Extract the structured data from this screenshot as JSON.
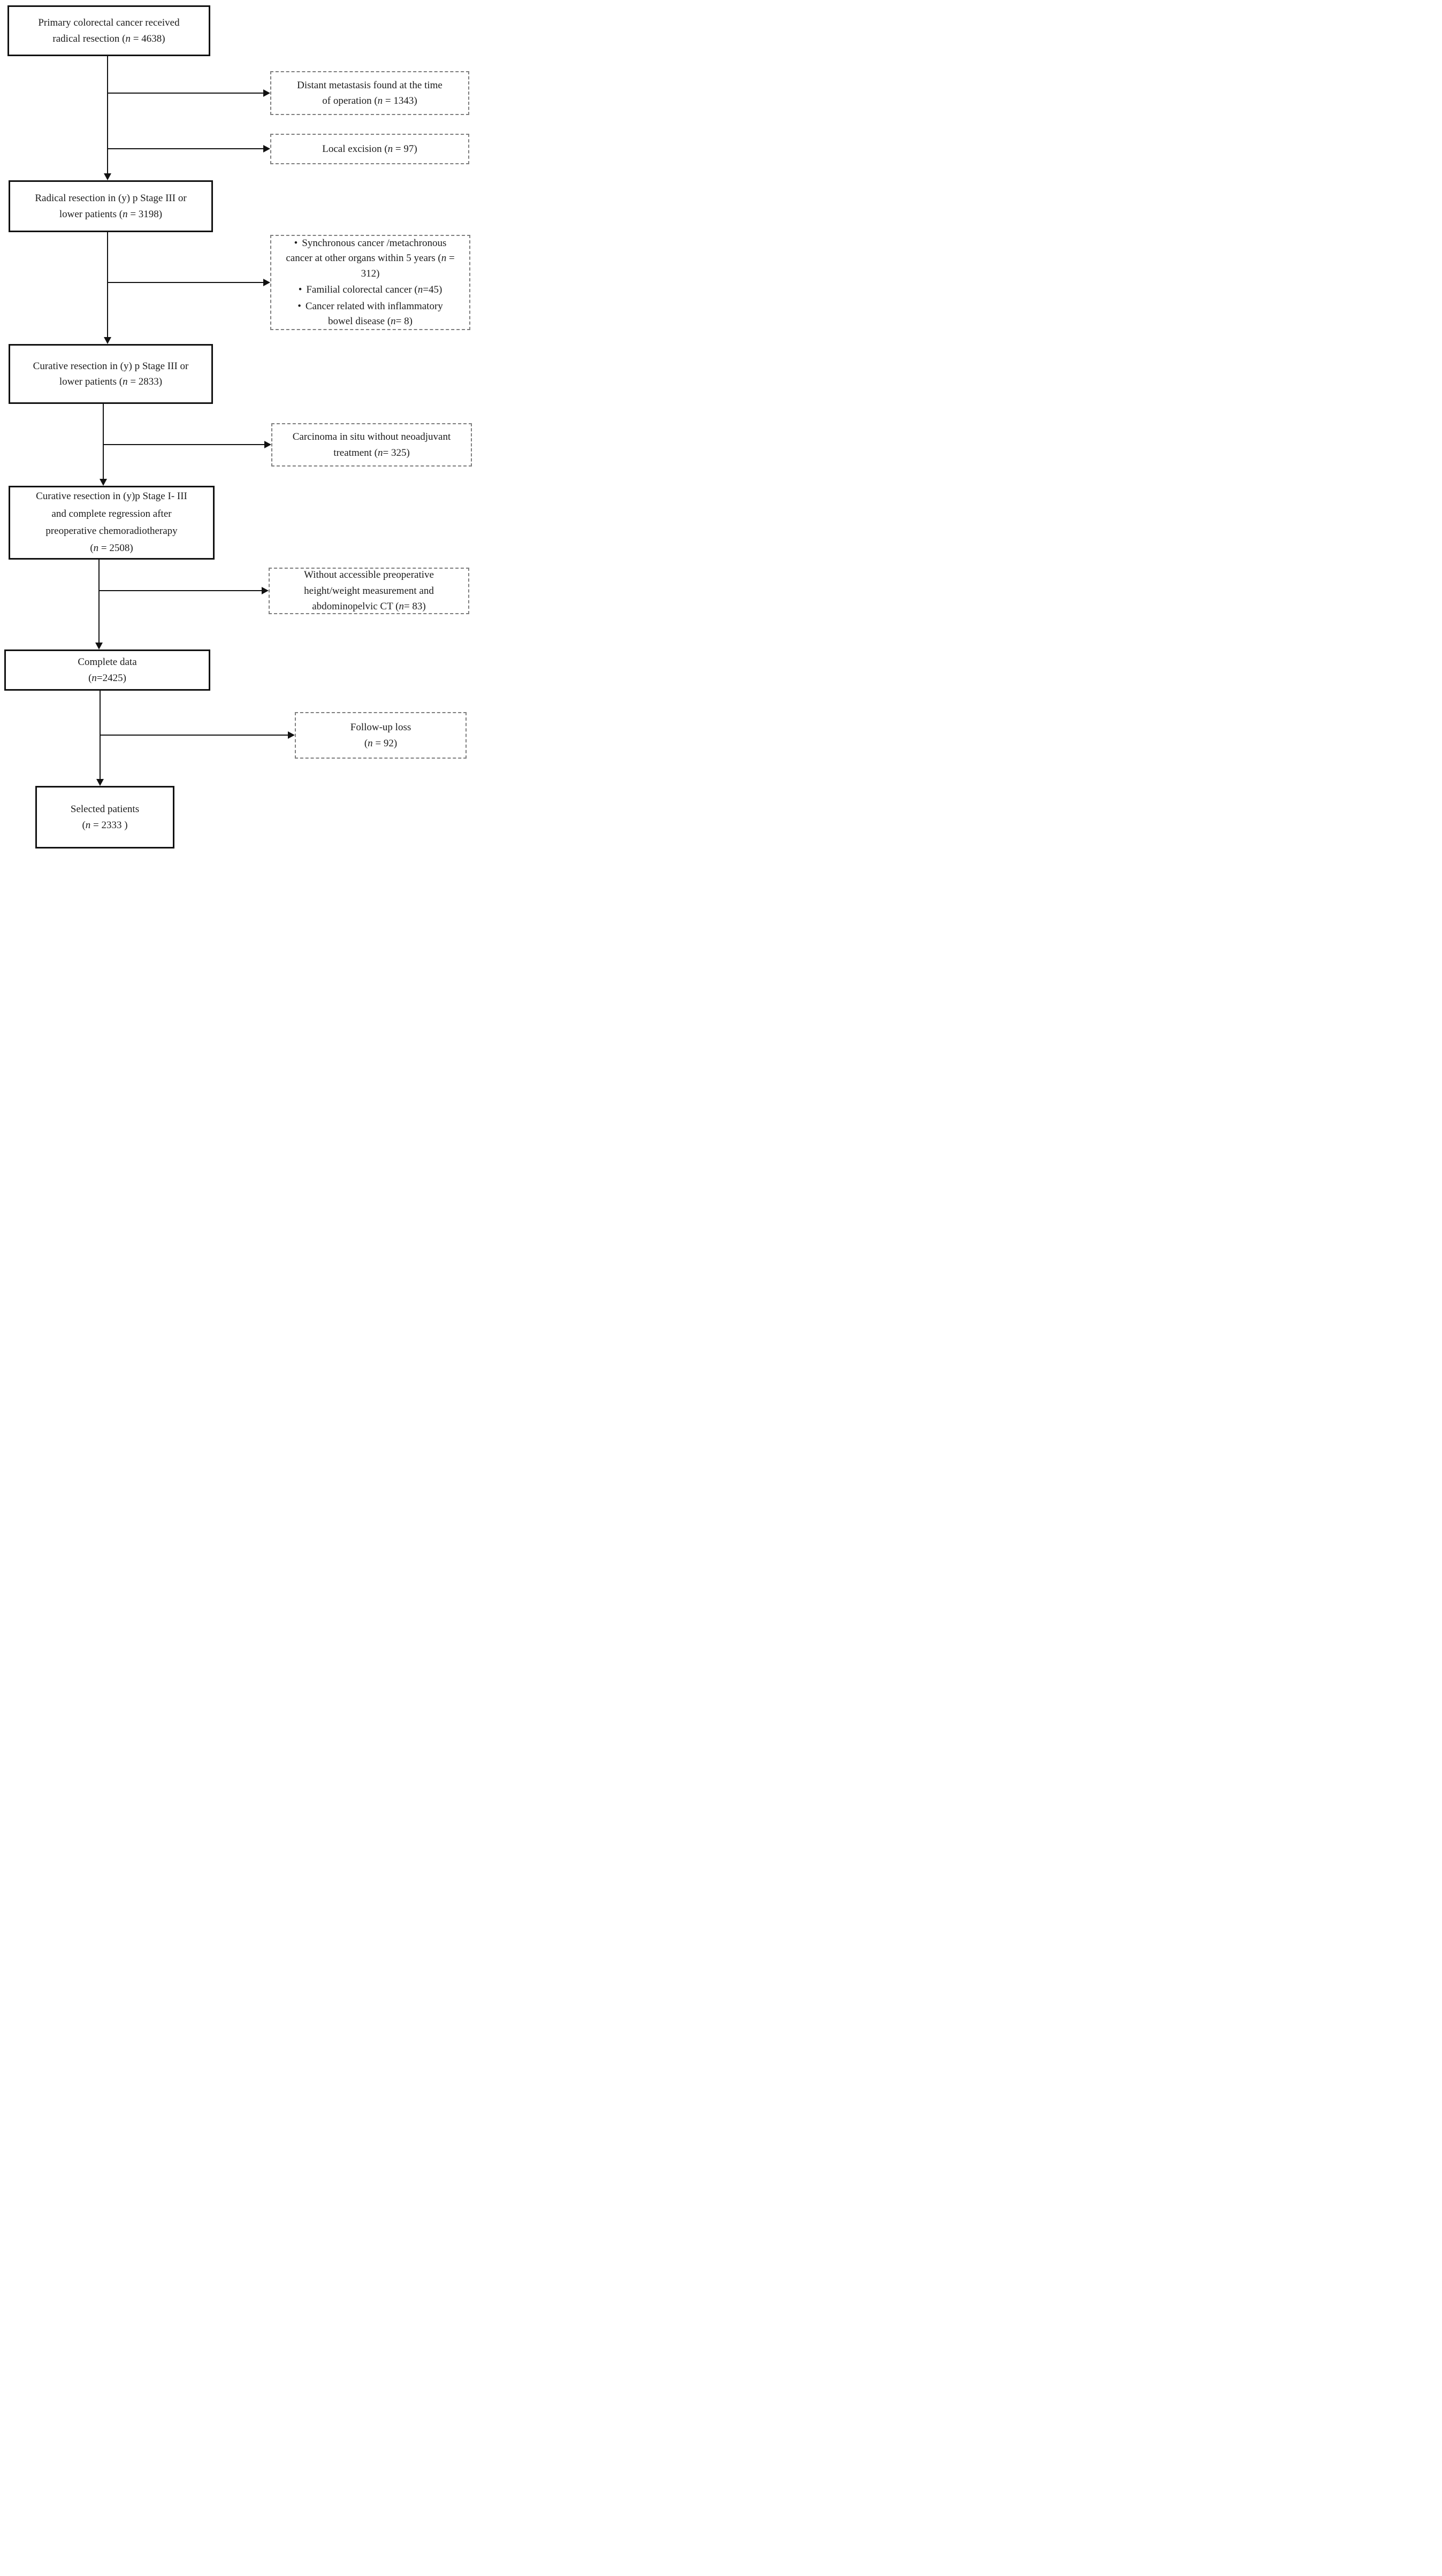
{
  "colors": {
    "border_solid": "#111111",
    "border_dashed": "#7d7d7d",
    "text": "#1b1b1b",
    "background": "#ffffff",
    "arrow": "#111111"
  },
  "flowchart": {
    "main_boxes": [
      {
        "name": "primary-resection",
        "lines": [
          "Primary colorectal cancer received",
          "radical resection  (n = 4638)"
        ]
      },
      {
        "name": "radical-resection-stage3",
        "lines": [
          "Radical resection in (y) p Stage III or",
          "lower patients (n = 3198)"
        ]
      },
      {
        "name": "curative-resection-stage3",
        "lines": [
          "Curative resection in (y) p Stage III or",
          "lower patients (n = 2833)"
        ]
      },
      {
        "name": "curative-resection-stage1-3",
        "lines": [
          "Curative resection in (y)p Stage I- III",
          "and complete regression after",
          "preoperative chemoradiotherapy",
          "(n = 2508)"
        ]
      },
      {
        "name": "complete-data",
        "lines": [
          "Complete data",
          "(n=2425)"
        ]
      },
      {
        "name": "selected-patients",
        "lines": [
          "Selected patients",
          "(n = 2333 )"
        ]
      }
    ],
    "exclusion_boxes": [
      {
        "name": "distant-metastasis",
        "lines": [
          "Distant metastasis found at the time",
          "of operation (n = 1343)"
        ]
      },
      {
        "name": "local-excision",
        "lines": [
          "Local excision (n = 97)"
        ]
      },
      {
        "name": "other-cancer-exclusions",
        "bullets": [
          "Synchronous cancer /metachronous cancer at other organs within 5 years (n = 312)",
          "Familial colorectal cancer (n=45)",
          "Cancer related with inflammatory bowel disease (n= 8)"
        ]
      },
      {
        "name": "carcinoma-in-situ",
        "lines": [
          "Carcinoma in situ without neoadjuvant",
          "treatment (n= 325)"
        ]
      },
      {
        "name": "missing-measurements",
        "lines": [
          "Without accessible preoperative",
          "height/weight measurement and",
          "abdominopelvic CT  (n= 83)"
        ]
      },
      {
        "name": "followup-loss",
        "lines": [
          "Follow-up loss",
          "(n = 92)"
        ]
      }
    ]
  }
}
